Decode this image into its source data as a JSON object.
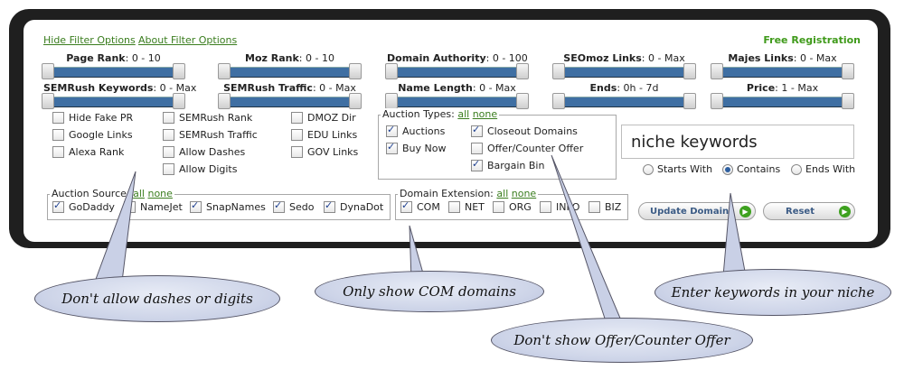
{
  "links": {
    "hide_filter": "Hide Filter Options",
    "about_filter": "About Filter Options",
    "free_registration": "Free Registration"
  },
  "sliders": [
    {
      "name": "Page Rank",
      "range": "0 - 10"
    },
    {
      "name": "Moz Rank",
      "range": "0 - 10"
    },
    {
      "name": "Domain Authority",
      "range": "0 - 100"
    },
    {
      "name": "SEOmoz Links",
      "range": "0 - Max"
    },
    {
      "name": "Majes Links",
      "range": "0 - Max"
    },
    {
      "name": "SEMRush Keywords",
      "range": "0 - Max"
    },
    {
      "name": "SEMRush Traffic",
      "range": "0 - Max"
    },
    {
      "name": "Name Length",
      "range": "0 - Max"
    },
    {
      "name": "Ends",
      "range": "0h - 7d"
    },
    {
      "name": "Price",
      "range": "1 - Max"
    }
  ],
  "filters": [
    {
      "label": "Hide Fake PR",
      "checked": false
    },
    {
      "label": "Google Links",
      "checked": false
    },
    {
      "label": "Alexa Rank",
      "checked": false
    },
    {
      "label": "SEMRush Rank",
      "checked": false
    },
    {
      "label": "SEMRush Traffic",
      "checked": false
    },
    {
      "label": "Allow Dashes",
      "checked": false
    },
    {
      "label": "Allow Digits",
      "checked": false
    },
    {
      "label": "DMOZ Dir",
      "checked": false
    },
    {
      "label": "EDU Links",
      "checked": false
    },
    {
      "label": "GOV Links",
      "checked": false
    }
  ],
  "auction_types": {
    "title": "Auction Types:",
    "all": "all",
    "none": "none",
    "items": [
      {
        "label": "Auctions",
        "checked": true
      },
      {
        "label": "Buy Now",
        "checked": true
      },
      {
        "label": "Closeout Domains",
        "checked": true
      },
      {
        "label": "Offer/Counter Offer",
        "checked": false
      },
      {
        "label": "Bargain Bin",
        "checked": true
      }
    ]
  },
  "auction_source": {
    "title": "Auction Source:",
    "all": "all",
    "none": "none",
    "items": [
      {
        "label": "GoDaddy",
        "checked": true
      },
      {
        "label": "NameJet",
        "checked": true
      },
      {
        "label": "SnapNames",
        "checked": true
      },
      {
        "label": "Sedo",
        "checked": true
      },
      {
        "label": "DynaDot",
        "checked": true
      }
    ]
  },
  "domain_extension": {
    "title": "Domain Extension:",
    "all": "all",
    "none": "none",
    "items": [
      {
        "label": "COM",
        "checked": true
      },
      {
        "label": "NET",
        "checked": false
      },
      {
        "label": "ORG",
        "checked": false
      },
      {
        "label": "INFO",
        "checked": false
      },
      {
        "label": "BIZ",
        "checked": false
      }
    ]
  },
  "keywords": {
    "value": "niche keywords",
    "options": [
      {
        "label": "Starts With",
        "selected": false
      },
      {
        "label": "Contains",
        "selected": true
      },
      {
        "label": "Ends With",
        "selected": false
      }
    ]
  },
  "buttons": {
    "update": "Update Domains",
    "reset": "Reset"
  },
  "callouts": {
    "dashes": "Don't allow dashes or digits",
    "com": "Only show COM domains",
    "offer": "Don't show Offer/Counter Offer",
    "keywords": "Enter keywords in your niche"
  }
}
